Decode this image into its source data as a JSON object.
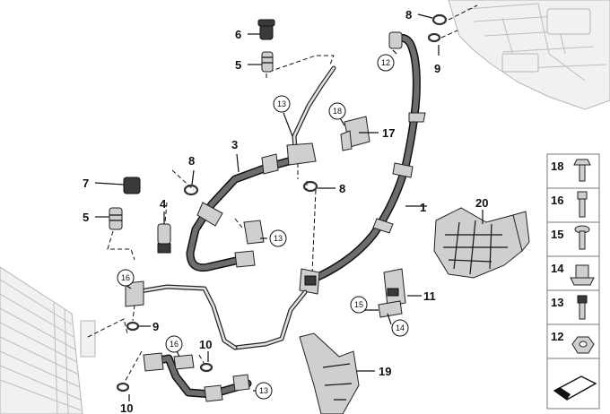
{
  "callouts": {
    "c1": "1",
    "c3": "3",
    "c4": "4",
    "c5a": "5",
    "c5b": "5",
    "c6": "6",
    "c7": "7",
    "c8a": "8",
    "c8b": "8",
    "c8c": "8",
    "c9a": "9",
    "c9b": "9",
    "c10a": "10",
    "c10b": "10",
    "c11": "11",
    "c12": "12",
    "c13a": "13",
    "c13b": "13",
    "c13c": "13",
    "c14": "14",
    "c15": "15",
    "c16a": "16",
    "c16b": "16",
    "c17": "17",
    "c18": "18",
    "c19": "19",
    "c20": "20"
  },
  "legend": [
    "18",
    "16",
    "15",
    "14",
    "13",
    "12"
  ]
}
